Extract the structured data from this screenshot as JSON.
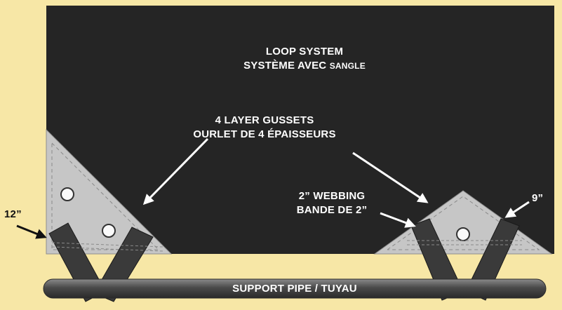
{
  "colors": {
    "background": "#f7e7a6",
    "tarp": "#252525",
    "gusset": "#c6c6c6",
    "webbing": "#3a3a3a",
    "pipe": "#4a4a4a",
    "label_light": "#ffffff",
    "label_dark": "#111111"
  },
  "title": {
    "line1": "LOOP SYSTEM",
    "line2_main": "SYSTÈME AVEC ",
    "line2_small": "SANGLE"
  },
  "gussets_label": {
    "line1": "4 LAYER GUSSETS",
    "line2": "OURLET DE 4 ÉPAISSEURS"
  },
  "webbing_label": {
    "line1": "2” WEBBING",
    "line2": "BANDE DE 2”"
  },
  "dimension_12": "12”",
  "dimension_9": "9”",
  "pipe_label": "SUPPORT PIPE / TUYAU"
}
